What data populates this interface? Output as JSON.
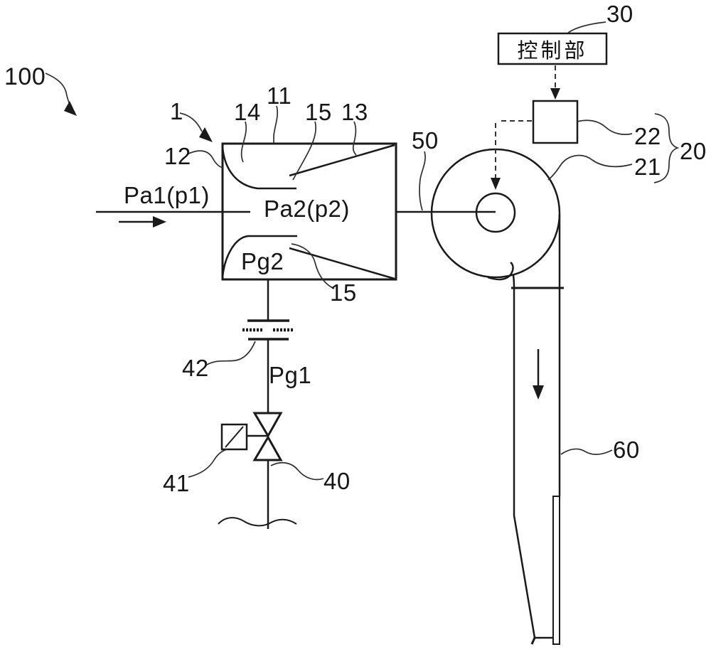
{
  "diagram": {
    "type": "patent-schematic",
    "colors": {
      "line": "#1a1a1a",
      "leader": "#2e2e2e",
      "background": "#ffffff",
      "text": "#161616"
    },
    "control_unit": {
      "label": "控制部"
    },
    "flow_labels": {
      "pa1": "Pa1(p1)",
      "pa2": "Pa2(p2)",
      "pg2": "Pg2",
      "pg1": "Pg1"
    },
    "reference_numerals": {
      "system": "100",
      "mixer": "1",
      "casing": "11",
      "inlet_wall": "12",
      "diffuser": "13",
      "curved_wall": "14",
      "throat_upper": "15",
      "throat_lower": "15",
      "unit_group": "20",
      "blower_body": "21",
      "motor": "22",
      "controller": "30",
      "gas_line": "40",
      "valve_actuator": "41",
      "joint": "42",
      "blower": "50",
      "duct": "60"
    }
  }
}
